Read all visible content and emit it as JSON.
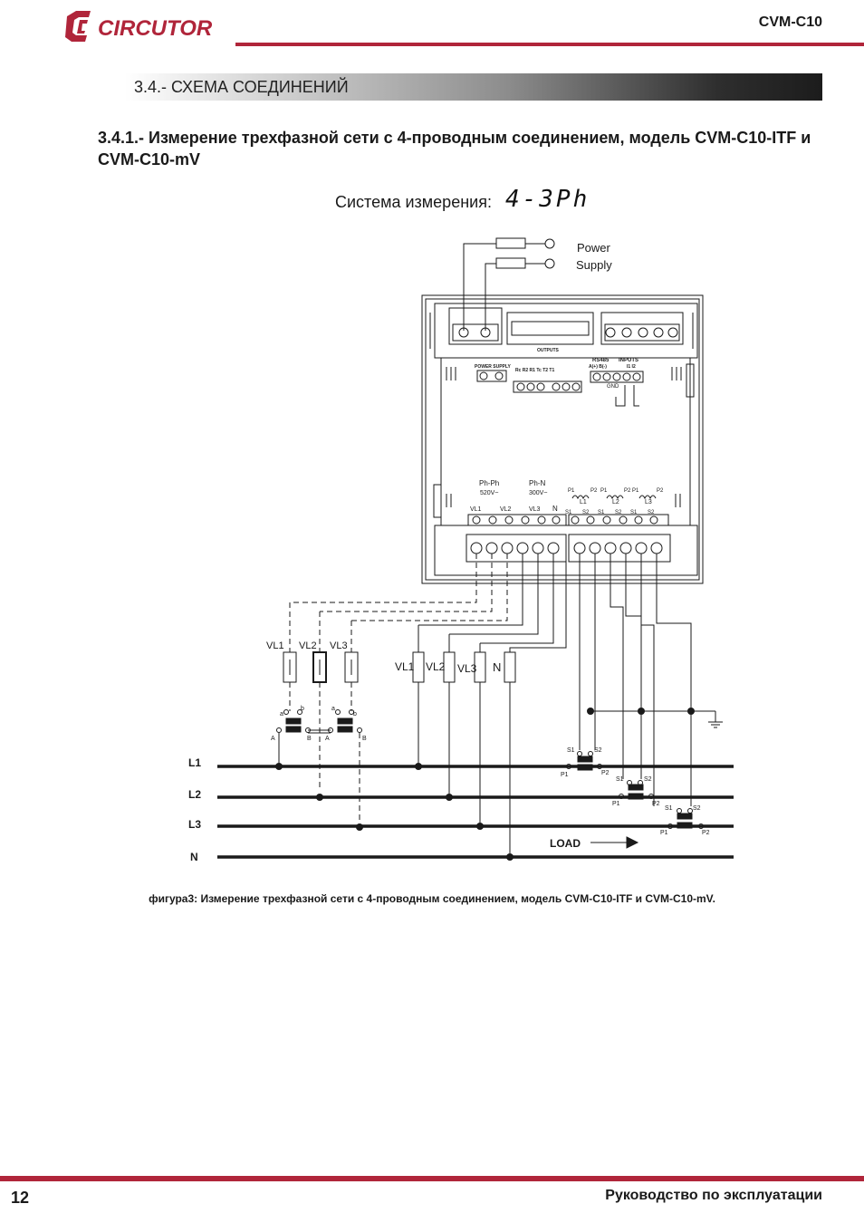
{
  "header": {
    "brand": "CIRCUTOR",
    "model": "CVM-C10",
    "brand_color": "#b0253a"
  },
  "section": {
    "title": "3.4.- СХЕМА СОЕДИНЕНИЙ"
  },
  "subsection": {
    "title": "3.4.1.- Измерение трехфазной сети с 4-проводным соединением, модель CVM-C10-ITF и CVM-C10-mV"
  },
  "system": {
    "label": "Система измерения:",
    "value": "4-3Ph"
  },
  "diagram": {
    "power_supply_line1": "Power",
    "power_supply_line2": "Supply",
    "terminal_power_supply": "POWER SUPPLY",
    "terminal_outputs": "OUTPUTS",
    "outputs_pins": "Rc  R2  R1      Tc  T2  T1",
    "terminal_rs485": "RS485",
    "rs485_pins": "A(+) B(-)",
    "terminal_inputs": "INPUTS",
    "inputs_pins": "I1   I2",
    "gnd": "GND",
    "ph_ph": "Ph-Ph",
    "ph_ph_voltage": "520V~",
    "ph_n": "Ph-N",
    "ph_n_voltage": "300V~",
    "voltage_terminals": [
      "VL1",
      "VL2",
      "VL3",
      "N"
    ],
    "current_groups": [
      "L1",
      "L2",
      "L3"
    ],
    "p1": "P1",
    "p2": "P2",
    "s1": "S1",
    "s2": "S2",
    "vt_labels": [
      "VL1",
      "VL2",
      "VL3"
    ],
    "vt_a_lower": "a",
    "vt_b_lower": "b",
    "vt_a_upper": "A",
    "vt_b_upper": "B",
    "fuse_labels": [
      "VL1",
      "VL2",
      "VL3",
      "N"
    ],
    "lines": [
      "L1",
      "L2",
      "L3",
      "N"
    ],
    "load": "LOAD"
  },
  "caption": "фигура3: Измерение трехфазной сети с 4-проводным соединением, модель CVM-C10-ITF и CVM-C10-mV.",
  "footer": {
    "page_number": "12",
    "manual_title": "Руководство по эксплуатации"
  }
}
